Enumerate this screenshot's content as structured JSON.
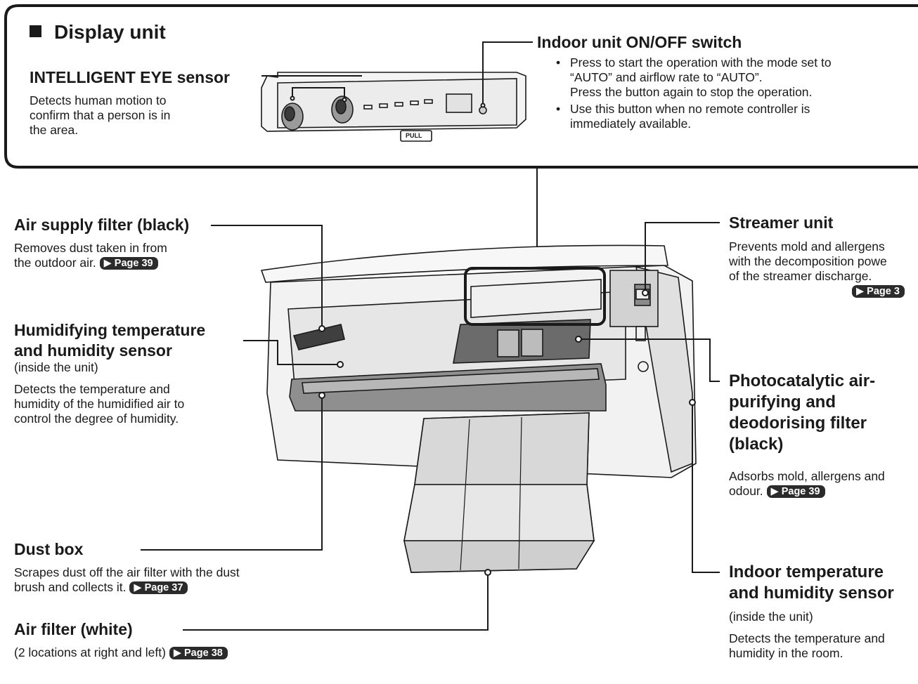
{
  "colors": {
    "ink": "#1a1a1a",
    "badge": "#2b2b2b",
    "unit_body": "#f2f2f2",
    "filter_mesh": "#c9c9c9",
    "dark_filter": "#555555"
  },
  "display_unit": {
    "title": "Display unit",
    "pull_label": "PULL",
    "intelligent_eye": {
      "title": "INTELLIGENT EYE sensor",
      "desc": "Detects human motion to\nconfirm that a person is in\nthe area."
    },
    "onoff_switch": {
      "title": "Indoor unit ON/OFF switch",
      "bullets": [
        "Press to start the operation with the mode set to\n“AUTO” and airflow rate to “AUTO”.\nPress the button again to stop the operation.",
        "Use this button when no remote controller is\nimmediately available."
      ]
    }
  },
  "parts": {
    "air_supply_filter": {
      "title": "Air supply filter (black)",
      "desc": "Removes dust taken in from\nthe outdoor air.",
      "page": "▶ Page 39"
    },
    "humidifying_sensor": {
      "title": "Humidifying temperature\nand humidity sensor",
      "sub": "(inside the unit)",
      "desc": "Detects the temperature and\nhumidity of the humidified air to\ncontrol the degree of humidity."
    },
    "dust_box": {
      "title": "Dust box",
      "desc": "Scrapes dust off the air filter with the dust\nbrush and collects it.",
      "page": "▶ Page 37"
    },
    "air_filter": {
      "title": "Air filter (white)",
      "desc": "(2 locations at right and left)",
      "page": "▶ Page 38"
    },
    "streamer_unit": {
      "title": "Streamer unit",
      "desc": "Prevents mold and allergens\nwith the decomposition powe\nof the streamer discharge.",
      "page": "▶ Page 3"
    },
    "photocatalytic_filter": {
      "title": "Photocatalytic air-\npurifying and\ndeodorising filter\n(black)",
      "desc": "Adsorbs mold, allergens and\nodour.",
      "page": "▶ Page 39"
    },
    "indoor_sensor": {
      "title": "Indoor temperature\nand humidity sensor",
      "sub": "(inside the unit)",
      "desc": "Detects the temperature and\nhumidity in the room."
    }
  }
}
